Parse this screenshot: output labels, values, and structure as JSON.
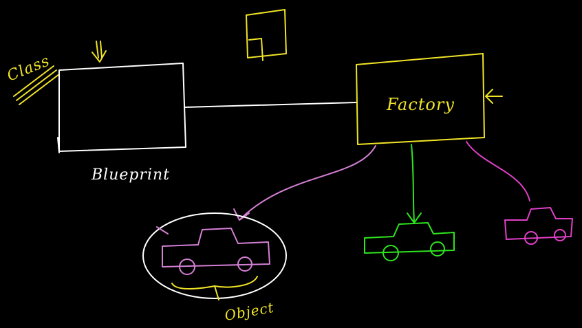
{
  "labels": {
    "class": "Class",
    "blueprint": "Blueprint",
    "factory": "Factory",
    "object": "Object"
  },
  "colors": {
    "background": "#000000",
    "white": "#ffffff",
    "yellow": "#f1e427",
    "green": "#2ee51f",
    "magenta": "#e040c8",
    "pink": "#d680d6"
  }
}
